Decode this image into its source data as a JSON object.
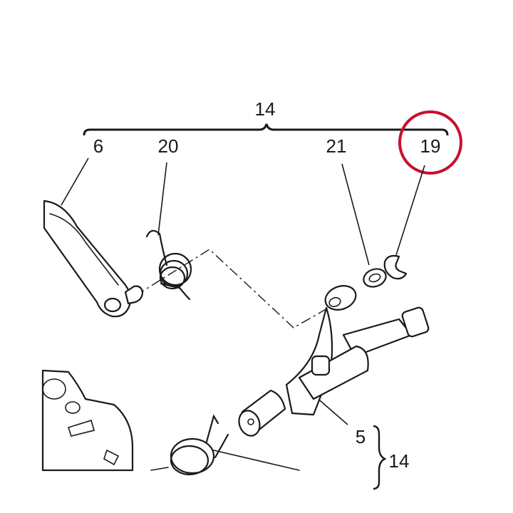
{
  "callouts": {
    "assembly": "14",
    "part_6": "6",
    "part_20": "20",
    "part_21": "21",
    "part_19": "19",
    "part_5": "5",
    "part_14_brace": "14"
  },
  "colors": {
    "line": "#1a1a1a",
    "highlight_circle": "#c8102e",
    "background": "#ffffff"
  }
}
